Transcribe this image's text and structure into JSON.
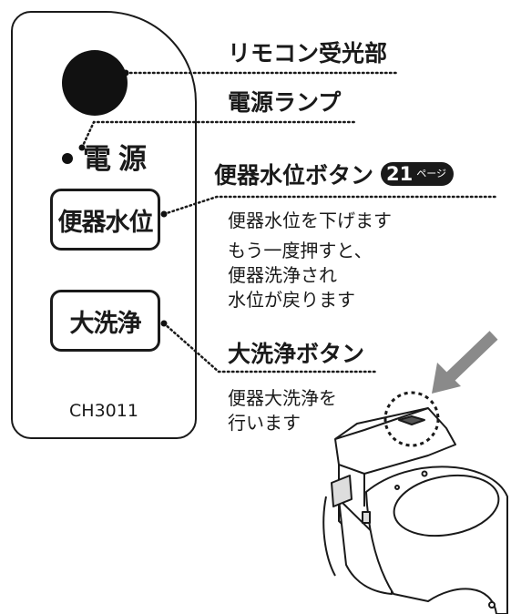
{
  "remote": {
    "power_label": "電源",
    "water_level_button": "便器水位",
    "big_flush_button": "大洗浄",
    "model": "CH3011"
  },
  "callouts": {
    "sensor": "リモコン受光部",
    "power_lamp": "電源ランプ",
    "water_level": {
      "title": "便器水位ボタン",
      "page_ref_number": "21",
      "page_ref_unit": "ページ",
      "desc_line1": "便器水位を下げます",
      "desc_line2": "もう一度押すと、",
      "desc_line3": "便器洗浄され",
      "desc_line4": "水位が戻ります"
    },
    "big_flush": {
      "title": "大洗浄ボタン",
      "desc_line1": "便器大洗浄を",
      "desc_line2": "行います"
    }
  }
}
